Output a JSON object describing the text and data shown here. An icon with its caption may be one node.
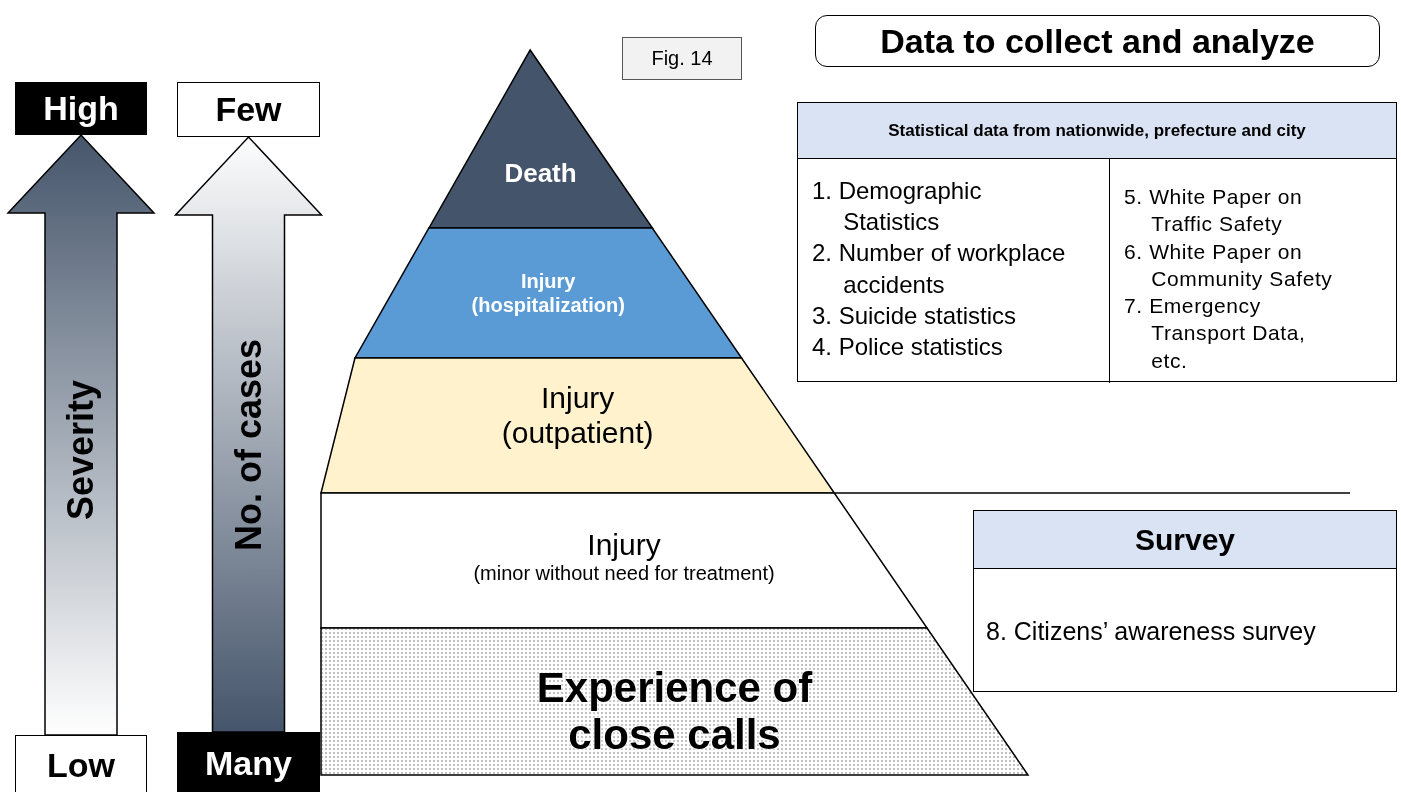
{
  "diagram": {
    "nodes": [
      {
        "text": [
          "High"
        ]
      },
      {
        "text": [
          "Low"
        ]
      },
      {
        "text": [
          "Few"
        ]
      },
      {
        "text": [
          "Many"
        ]
      },
      {
        "text": [
          "Death"
        ]
      },
      {
        "text": [
          "Injury (hospitalization)"
        ]
      },
      {
        "text": [
          "Injury (outpatient)"
        ]
      },
      {
        "text": [
          "Injury",
          "(minor without need for treatment)"
        ]
      },
      {
        "text": [
          "Experience of close calls"
        ]
      },
      {
        "text": [
          "Fig. 14"
        ]
      },
      {
        "text": [
          "Data to collect and analyze"
        ]
      },
      {
        "text": [
          "Statistical data from nationwide, prefecture and city"
        ]
      },
      {
        "text": [
          "1. Demographic Statistics",
          "2. Number of workplace accidents",
          "3. Suicide statistics",
          "4. Police statistics"
        ],
        "in": 11
      },
      {
        "text": [
          "5. White Paper on Traffic Safety",
          "6. White Paper on Community Safety",
          "7. Emergency Transport Data, etc."
        ],
        "in": 11
      },
      {
        "text": [
          "Survey"
        ]
      },
      {
        "text": [
          "8. Citizens’ awareness survey"
        ],
        "in": 14
      }
    ],
    "edges": [
      {
        "from": 1,
        "to": 0,
        "arrow": "to",
        "label": "Severity"
      },
      {
        "from": 3,
        "to": 2,
        "arrow": "to",
        "label": "No. of cases"
      }
    ]
  }
}
